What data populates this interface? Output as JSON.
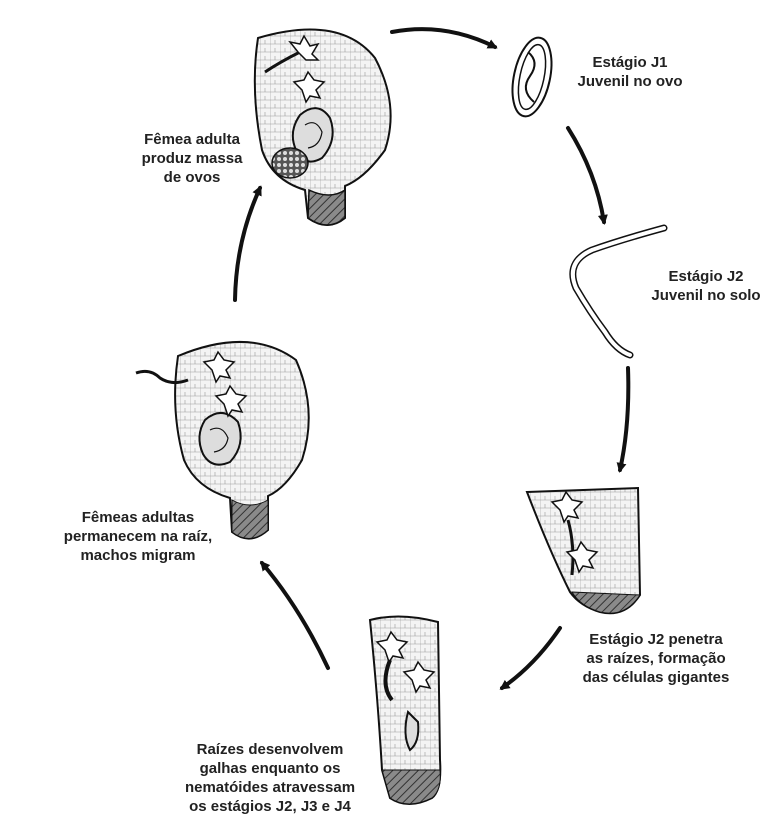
{
  "stages": [
    {
      "id": "j1",
      "lines": [
        "Estágio J1",
        "Juvenil no ovo"
      ]
    },
    {
      "id": "j2-soil",
      "lines": [
        "Estágio J2",
        "Juvenil no solo"
      ]
    },
    {
      "id": "j2-penetrates",
      "lines": [
        "Estágio J2 penetra",
        "as raízes, formação",
        "das células gigantes"
      ]
    },
    {
      "id": "galls",
      "lines": [
        "Raízes desenvolvem",
        "galhas enquanto os",
        "nematóides atravessam",
        "os estágios J2, J3 e J4"
      ]
    },
    {
      "id": "females-remain",
      "lines": [
        "Fêmeas adultas",
        "permanecem na raíz,",
        "machos migram"
      ]
    },
    {
      "id": "female-eggs",
      "lines": [
        "Fêmea adulta",
        "produz massa",
        "de ovos"
      ]
    }
  ]
}
